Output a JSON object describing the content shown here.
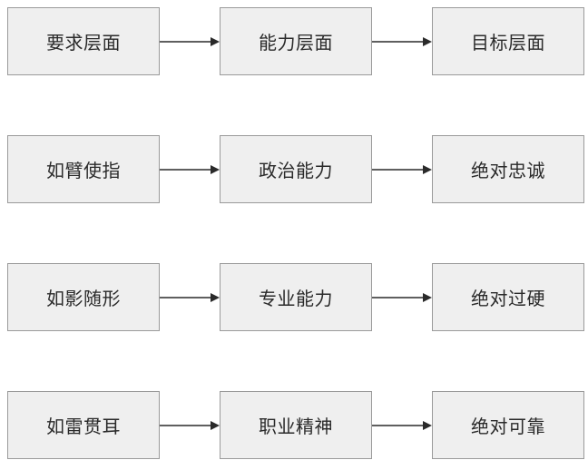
{
  "diagram": {
    "rows": [
      {
        "cells": [
          "要求层面",
          "能力层面",
          "目标层面"
        ]
      },
      {
        "cells": [
          "如臂使指",
          "政治能力",
          "绝对忠诚"
        ]
      },
      {
        "cells": [
          "如影随形",
          "专业能力",
          "绝对过硬"
        ]
      },
      {
        "cells": [
          "如雷贯耳",
          "职业精神",
          "绝对可靠"
        ]
      }
    ]
  },
  "colors": {
    "box_fill": "#efefef",
    "box_border": "#9a9a9a",
    "arrow": "#2a2a2a",
    "text": "#2a2a2a"
  }
}
